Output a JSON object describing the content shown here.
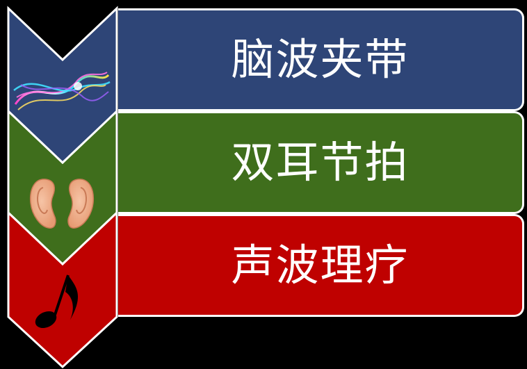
{
  "colors": {
    "background": "#000000",
    "outline": "#ffffff",
    "blue": "#2e4577",
    "green": "#3f6e1c",
    "red": "#bf0100"
  },
  "items": [
    {
      "label": "脑波夹带",
      "icon": "light-wave-icon",
      "color": "#2e4577"
    },
    {
      "label": "双耳节拍",
      "icon": "ears-icon",
      "color": "#3f6e1c"
    },
    {
      "label": "声波理疗",
      "icon": "music-note-icon",
      "color": "#bf0100"
    }
  ]
}
